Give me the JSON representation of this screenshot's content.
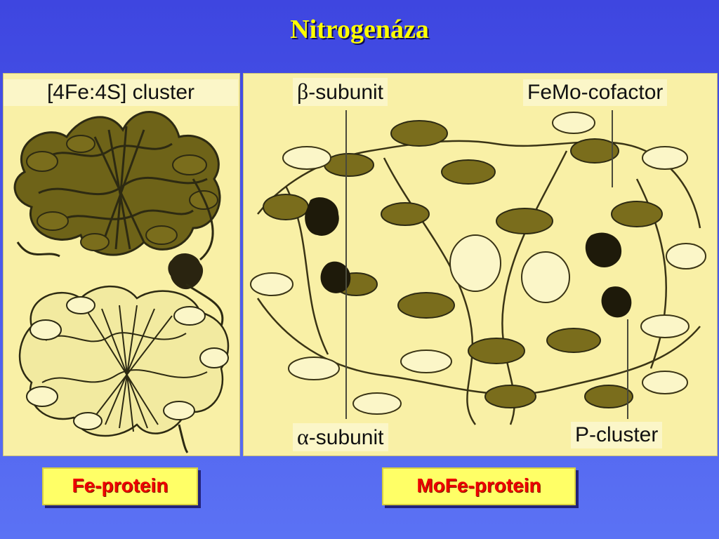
{
  "title": "Nitrogenáza",
  "fe_protein": {
    "cluster_label": "[4Fe:4S] cluster",
    "button_label": "Fe-protein"
  },
  "mofe_protein": {
    "beta_symbol": "β",
    "beta_text": "-subunit",
    "alpha_symbol": "α",
    "alpha_text": "-subunit",
    "femo_label": "FeMo-cofactor",
    "pcluster_label": "P-cluster",
    "button_label": "MoFe-protein"
  },
  "colors": {
    "background": "#4a58ea",
    "title": "#ffff00",
    "panel": "#f9f0a6",
    "dark_ribbon": "#6e6318",
    "light_ribbon": "#f2eaa0",
    "cluster": "#2a2410",
    "button_fill": "#ffff66",
    "button_text": "#ee0000"
  }
}
